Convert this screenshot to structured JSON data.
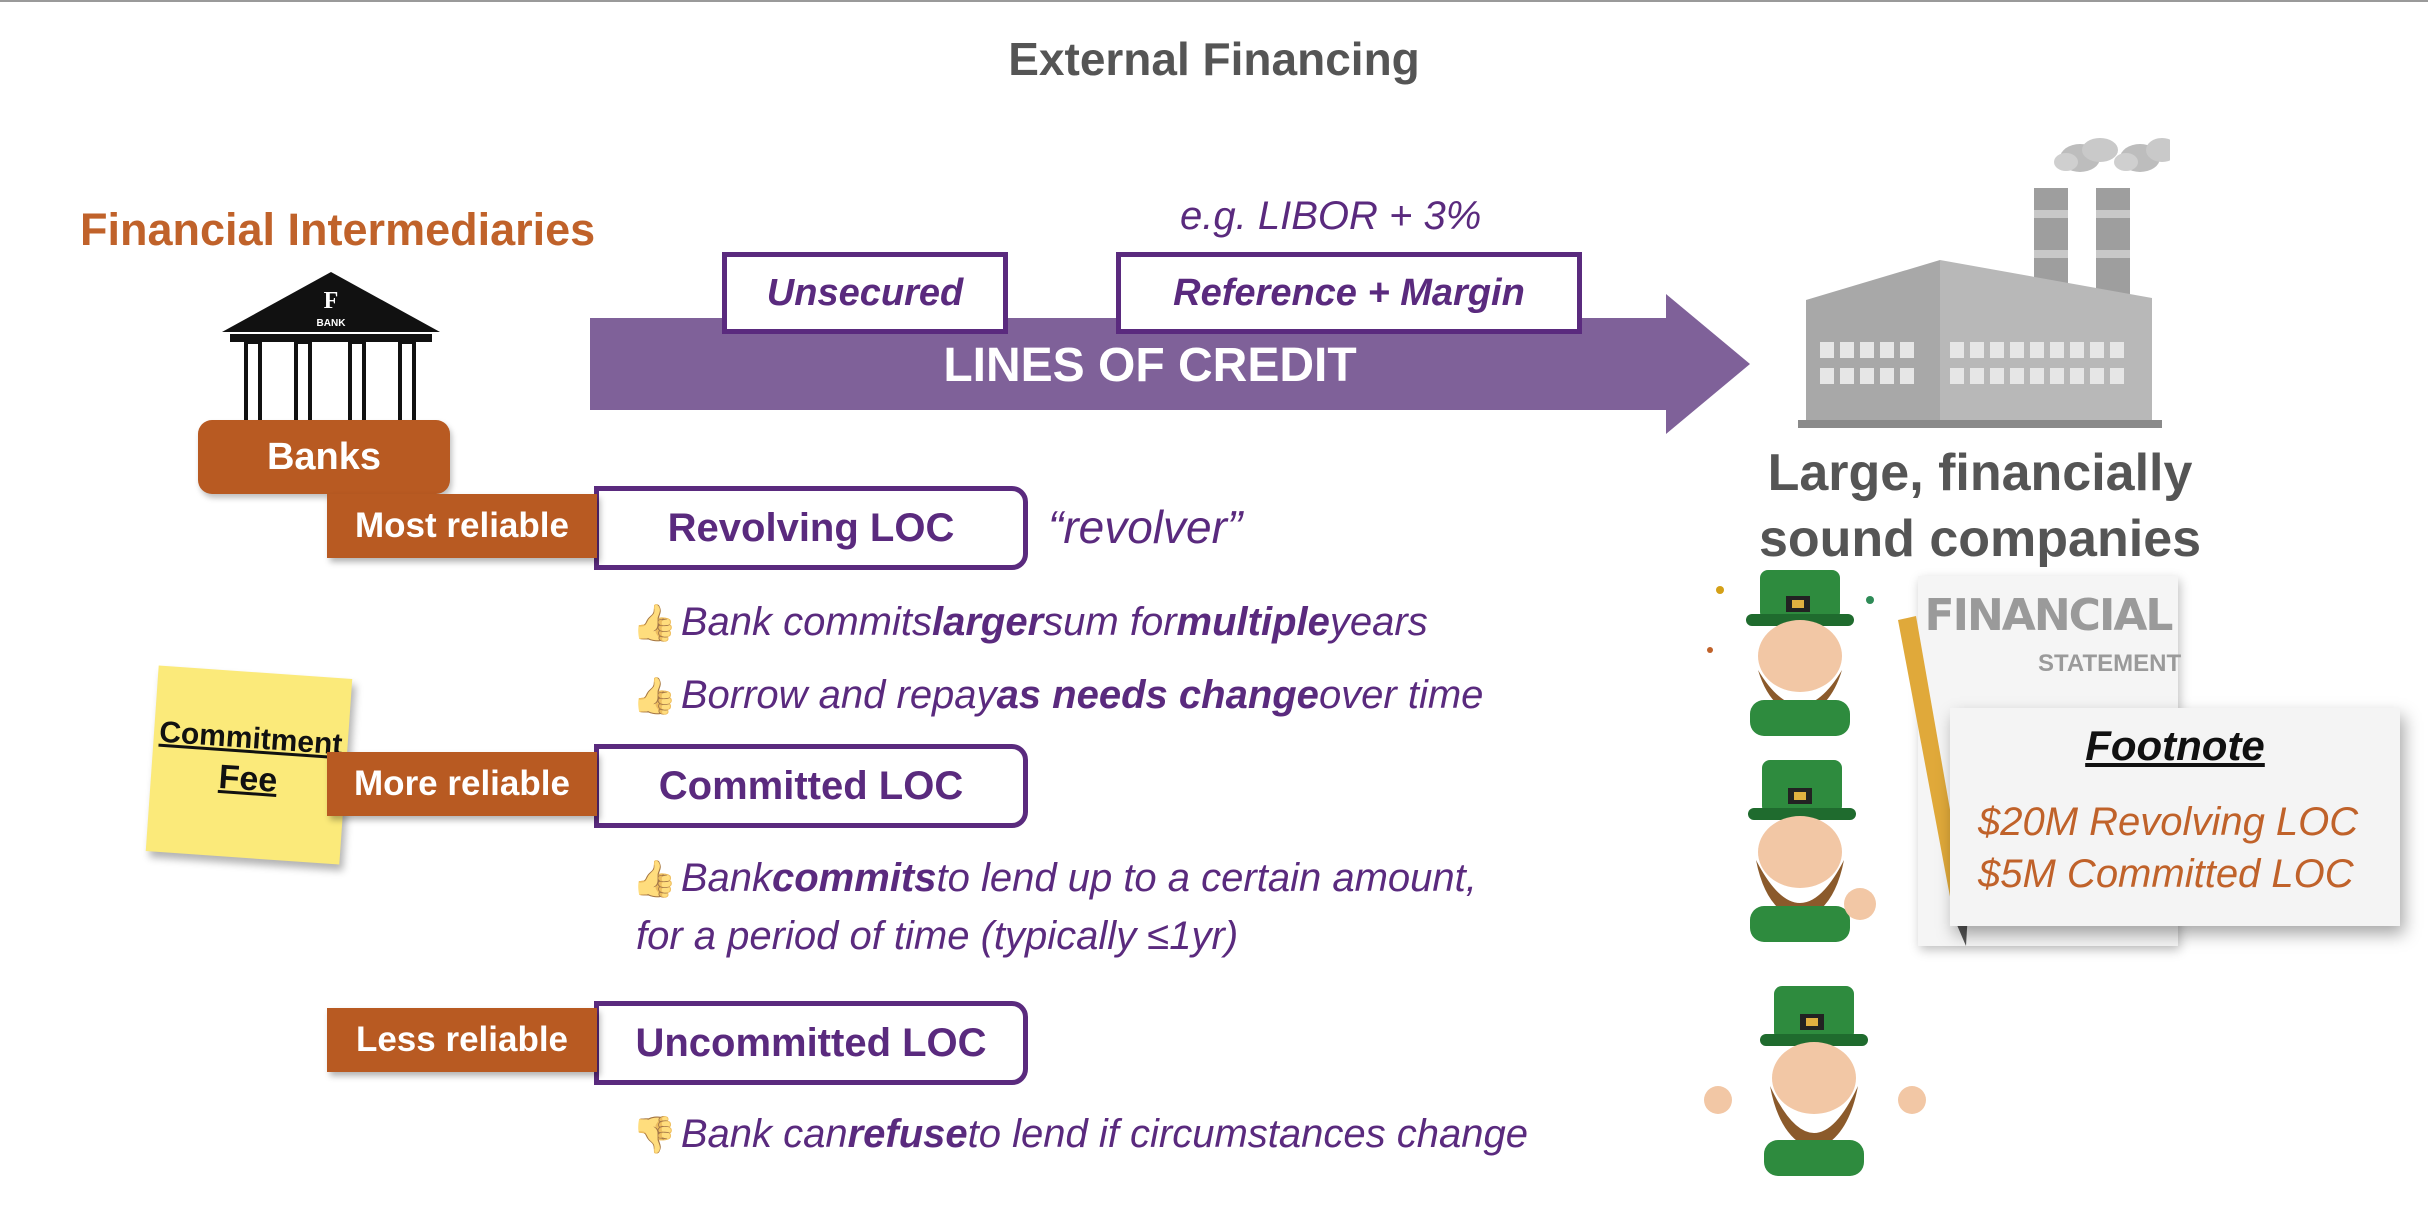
{
  "title": "External Financing",
  "intermediaries": {
    "heading": "Financial Intermediaries",
    "bank_icon_letter": "F",
    "bank_icon_text": "BANK",
    "banks_label": "Banks"
  },
  "credit_arrow": {
    "label": "LINES OF CREDIT",
    "tag_unsecured": "Unsecured",
    "tag_reference": "Reference + Margin",
    "example": "e.g. LIBOR + 3%"
  },
  "loc_types": [
    {
      "reliability": "Most reliable",
      "name": "Revolving LOC",
      "nickname": "“revolver”"
    },
    {
      "reliability": "More reliable",
      "name": "Committed LOC"
    },
    {
      "reliability": "Less reliable",
      "name": "Uncommitted LOC"
    }
  ],
  "bullets": {
    "revolving_1": {
      "pre": "Bank commits ",
      "b1": "larger",
      "mid": " sum for ",
      "b2": "multiple",
      "post": " years"
    },
    "revolving_2": {
      "pre": "Borrow and repay ",
      "b1": "as needs change",
      "post": " over time"
    },
    "committed_1": {
      "pre": "Bank ",
      "b1": "commits",
      "post": " to lend up to a certain amount,"
    },
    "committed_2": "for a period of time (typically ≤1yr)",
    "uncommitted_1": {
      "pre": "Bank can ",
      "b1": "refuse",
      "post": " to lend if circumstances change"
    }
  },
  "sticky_note": {
    "line1": "Commitment",
    "line2": "Fee"
  },
  "company": {
    "line1": "Large, financially",
    "line2": "sound companies"
  },
  "financial_statement": {
    "title": "FINANCIAL",
    "subtitle": "STATEMENT"
  },
  "footnote": {
    "heading": "Footnote",
    "line1": "$20M Revolving LOC",
    "line2": "$5M Committed LOC"
  },
  "colors": {
    "purple": "#5a2a7e",
    "arrow": "#7f6199",
    "orange": "#b85a22",
    "orange_text": "#c0622a",
    "gray_text": "#555555"
  },
  "icons": [
    "bank-icon",
    "factory-icon",
    "thumbs-up-icon",
    "thumbs-down-icon",
    "leprechaun-icon",
    "pen-icon"
  ]
}
